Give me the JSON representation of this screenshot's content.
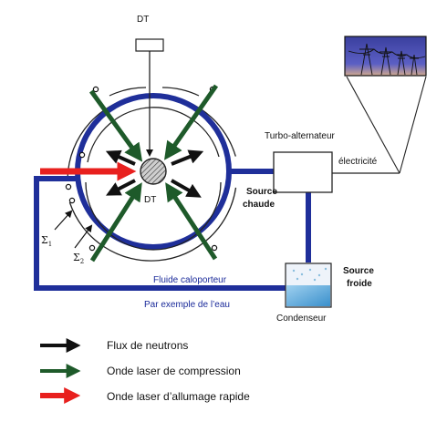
{
  "labels": {
    "dt_top": "DT",
    "dt_center": "DT",
    "turbo": "Turbo-alternateur",
    "electricite": "électricité",
    "source_chaude_1": "Source",
    "source_chaude_2": "chaude",
    "source_froide_1": "Source",
    "source_froide_2": "froide",
    "fluide": "Fluide caloporteur",
    "par_exemple": "Par exemple de l’eau",
    "condenseur": "Condenseur",
    "sigma1": "Σ",
    "sigma1_sub": "1",
    "sigma2": "Σ",
    "sigma2_sub": "2"
  },
  "legend": [
    {
      "label": "Flux de neutrons",
      "color": "#111111"
    },
    {
      "label": "Onde laser de compression",
      "color": "#1e5a2a"
    },
    {
      "label": "Onde laser d’allumage rapide",
      "color": "#e8201e"
    }
  ],
  "colors": {
    "loop": "#1f2f9a",
    "neutron": "#111111",
    "compression": "#1e5a2a",
    "ignition": "#e8201e"
  }
}
